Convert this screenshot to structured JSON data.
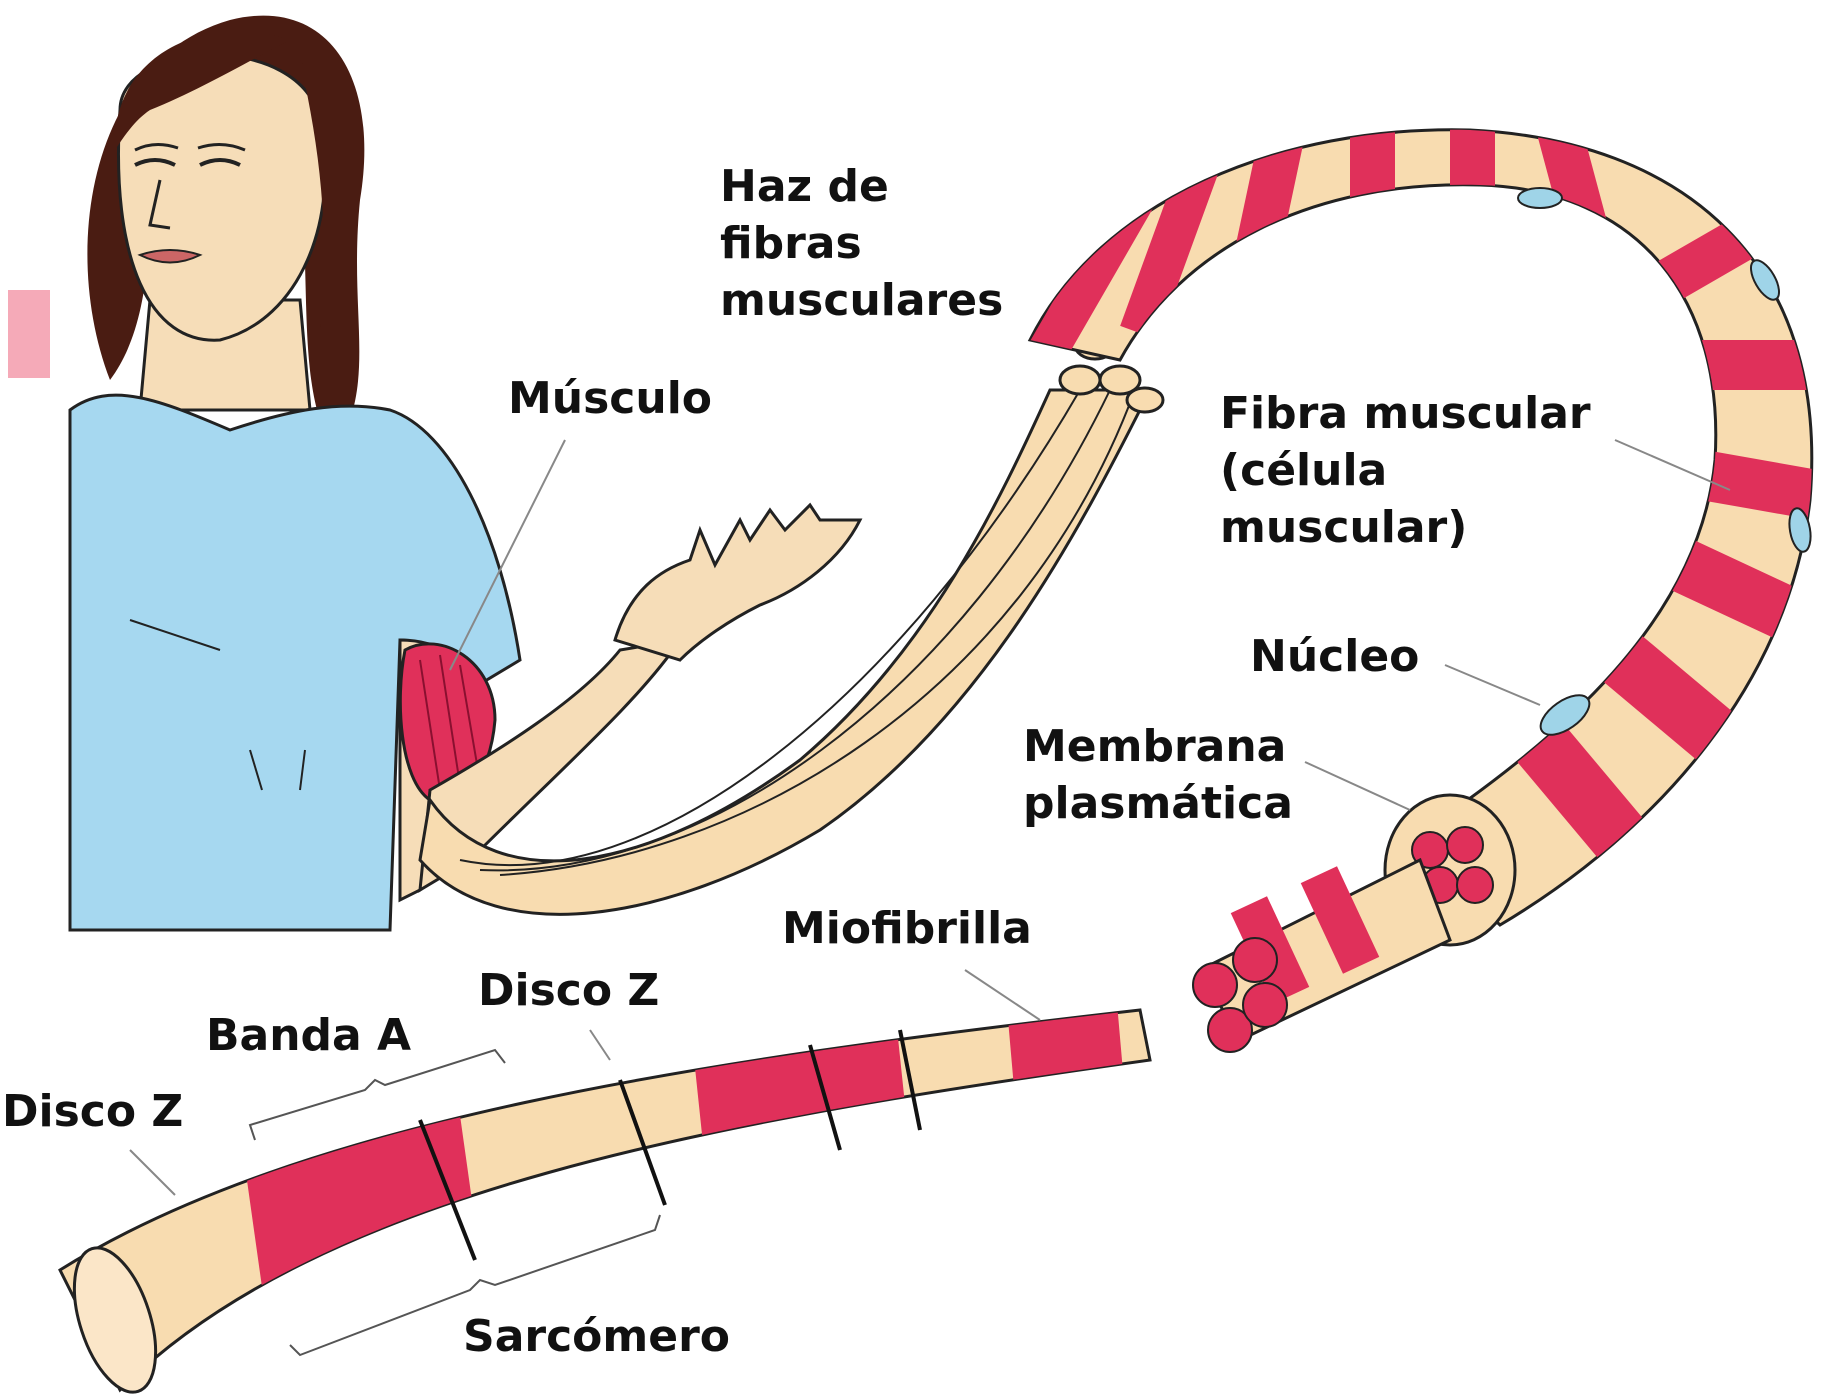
{
  "labels": {
    "musculo": "Músculo",
    "haz_line1": "Haz de",
    "haz_line2": "fibras",
    "haz_line3": "musculares",
    "fibra_line1": "Fibra muscular",
    "fibra_line2": "(célula",
    "fibra_line3": "muscular)",
    "nucleo": "Núcleo",
    "membrana_line1": "Membrana",
    "membrana_line2": "plasmática",
    "miofibrilla": "Miofibrilla",
    "disco_z_upper": "Disco Z",
    "banda_a": "Banda A",
    "disco_z_lower": "Disco Z",
    "sarcomero": "Sarcómero"
  },
  "colors": {
    "muscle_red": "#e0305a",
    "muscle_pale": "#f8dcb0",
    "skin": "#f6ddb8",
    "shirt": "#a6d8f0",
    "hair": "#4a1c12",
    "nucleus": "#9fd4e8",
    "outline": "#222222"
  }
}
